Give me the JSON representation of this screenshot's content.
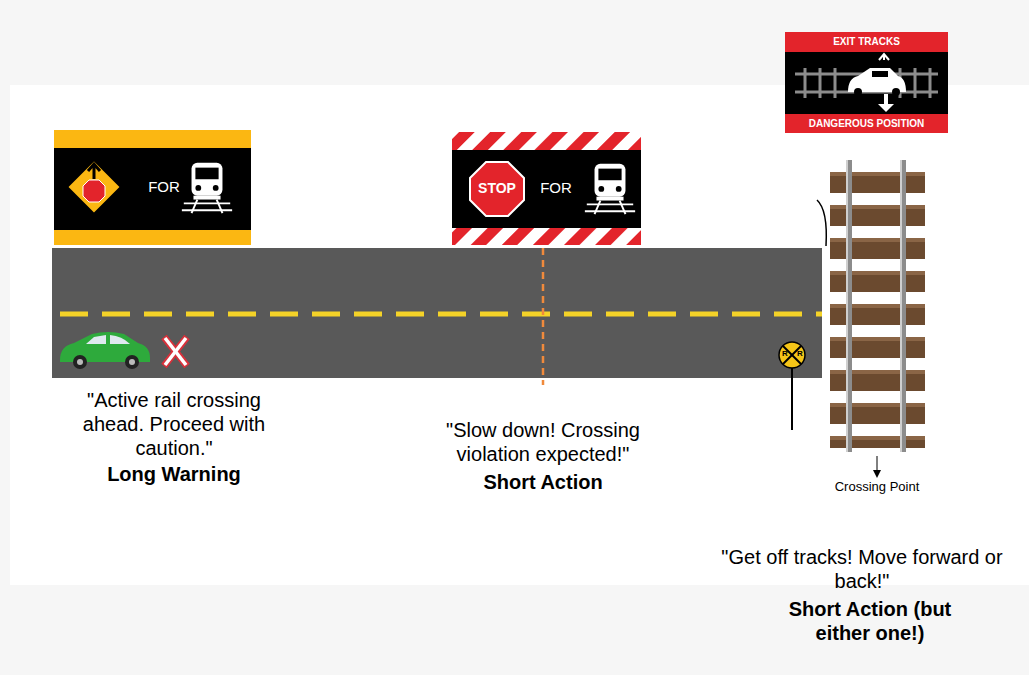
{
  "diagram": {
    "nodes": [
      {
        "text": [
          "FOR"
        ]
      },
      {
        "text": [
          "STOP",
          "FOR"
        ]
      },
      {
        "text": [
          "EXIT TRACKS",
          "DANGEROUS POSITION"
        ]
      }
    ],
    "labels": [
      "\"Active rail crossing ahead. Proceed with caution.\"",
      "Long Warning",
      "\"Slow down! Crossing violation expected!\"",
      "Short Action",
      "\"Get off tracks! Move forward or back!\"",
      "Short Action (but either one!)",
      "Crossing Point",
      "R",
      "R"
    ]
  }
}
